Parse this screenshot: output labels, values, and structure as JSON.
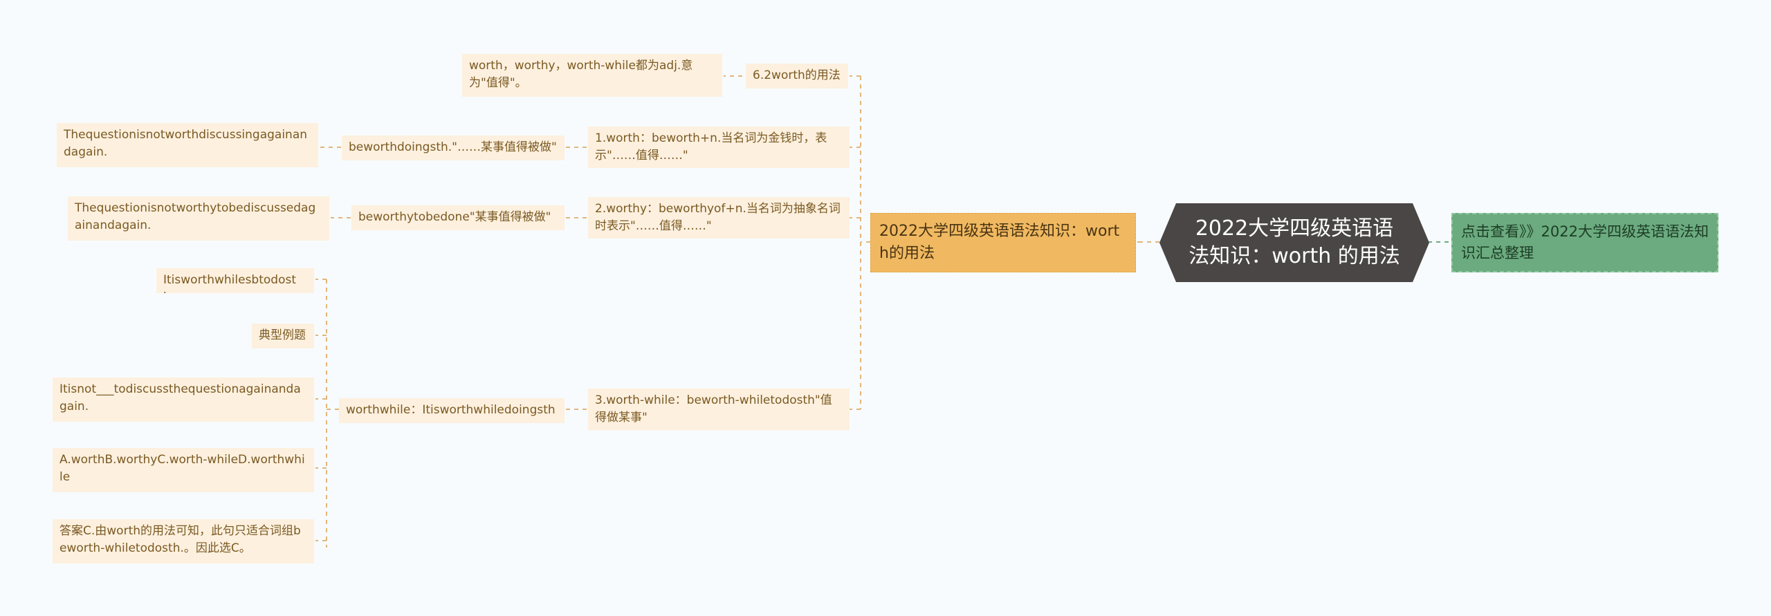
{
  "root": {
    "title": "2022大学四级英语语法知识：worth 的用法"
  },
  "branch": {
    "label": "2022大学四级英语语法知识：worth的用法"
  },
  "right_node": {
    "label": "点击查看》》2022大学四级英语语法知识汇总整理"
  },
  "nodes": {
    "n62": "6.2worth的用法",
    "n62_desc": "worth，worthy，worth-while都为adj.意为\"值得\"。",
    "n1": "1.worth：beworth+n.当名词为金钱时，表示\"……值得……\"",
    "n1_sub": "beworthdoingsth.\"……某事值得被做\"",
    "n1_ex": "Thequestionisnotworthdiscussingagainandagain.",
    "n2": "2.worthy：beworthyof+n.当名词为抽象名词时表示\"……值得……\"",
    "n2_sub": "beworthytobedone\"某事值得被做\"",
    "n2_ex": "Thequestionisnotworthytobediscussedagainandagain.",
    "n3": "3.worth-while：beworth-whiletodosth\"值得做某事\"",
    "n3_sub": "worthwhile：Itisworthwhiledoingsth",
    "n3_ex1": "Itisworthwhilesbtodosth.",
    "n3_ex2": "典型例题",
    "n3_ex3": "Itisnot___todiscussthequestionagainandagain.",
    "n3_ex4": "A.worthB.worthyC.worth-whileD.worthwhile",
    "n3_ex5": "答案C.由worth的用法可知，此句只适合词组beworth-whiletodosth.。因此选C。"
  },
  "colors": {
    "root_fill": "#4a4646",
    "branch_fill": "#f0b961",
    "right_fill": "#6bab7f",
    "leaf_fill": "#fdf0df",
    "link": "#e2b57a"
  }
}
